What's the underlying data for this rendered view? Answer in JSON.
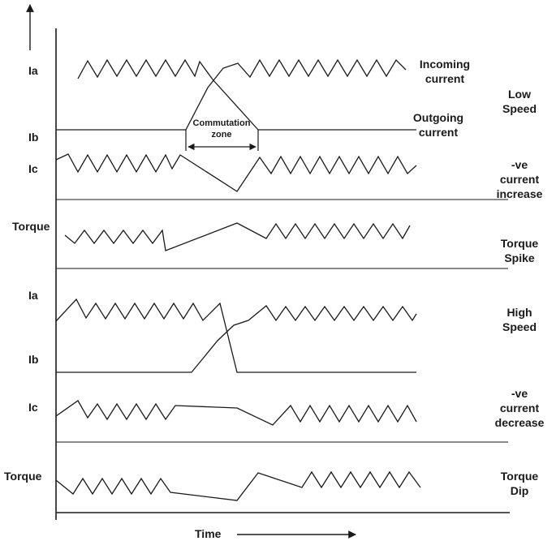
{
  "signal_labels": {
    "low_ia": "Ia",
    "low_ib": "Ib",
    "low_ic": "Ic",
    "low_torque": "Torque",
    "high_ia": "Ia",
    "high_ib": "Ib",
    "high_ic": "Ic",
    "high_torque": "Torque"
  },
  "curve_labels": {
    "incoming_1": "Incoming",
    "incoming_2": "current",
    "outgoing_1": "Outgoing",
    "outgoing_2": "current"
  },
  "zone": {
    "line1": "Commutation",
    "line2": "zone"
  },
  "annotations": {
    "low_speed_1": "Low",
    "low_speed_2": "Speed",
    "neg_inc_1": "-ve",
    "neg_inc_2": "current",
    "neg_inc_3": "increase",
    "torque_spike_1": "Torque",
    "torque_spike_2": "Spike",
    "high_speed_1": "High",
    "high_speed_2": "Speed",
    "neg_dec_1": "-ve",
    "neg_dec_2": "current",
    "neg_dec_3": "decrease",
    "torque_dip_1": "Torque",
    "torque_dip_2": "Dip"
  },
  "axis": {
    "x_label": "Time"
  },
  "colors": {
    "line": "#1a1a1a"
  }
}
